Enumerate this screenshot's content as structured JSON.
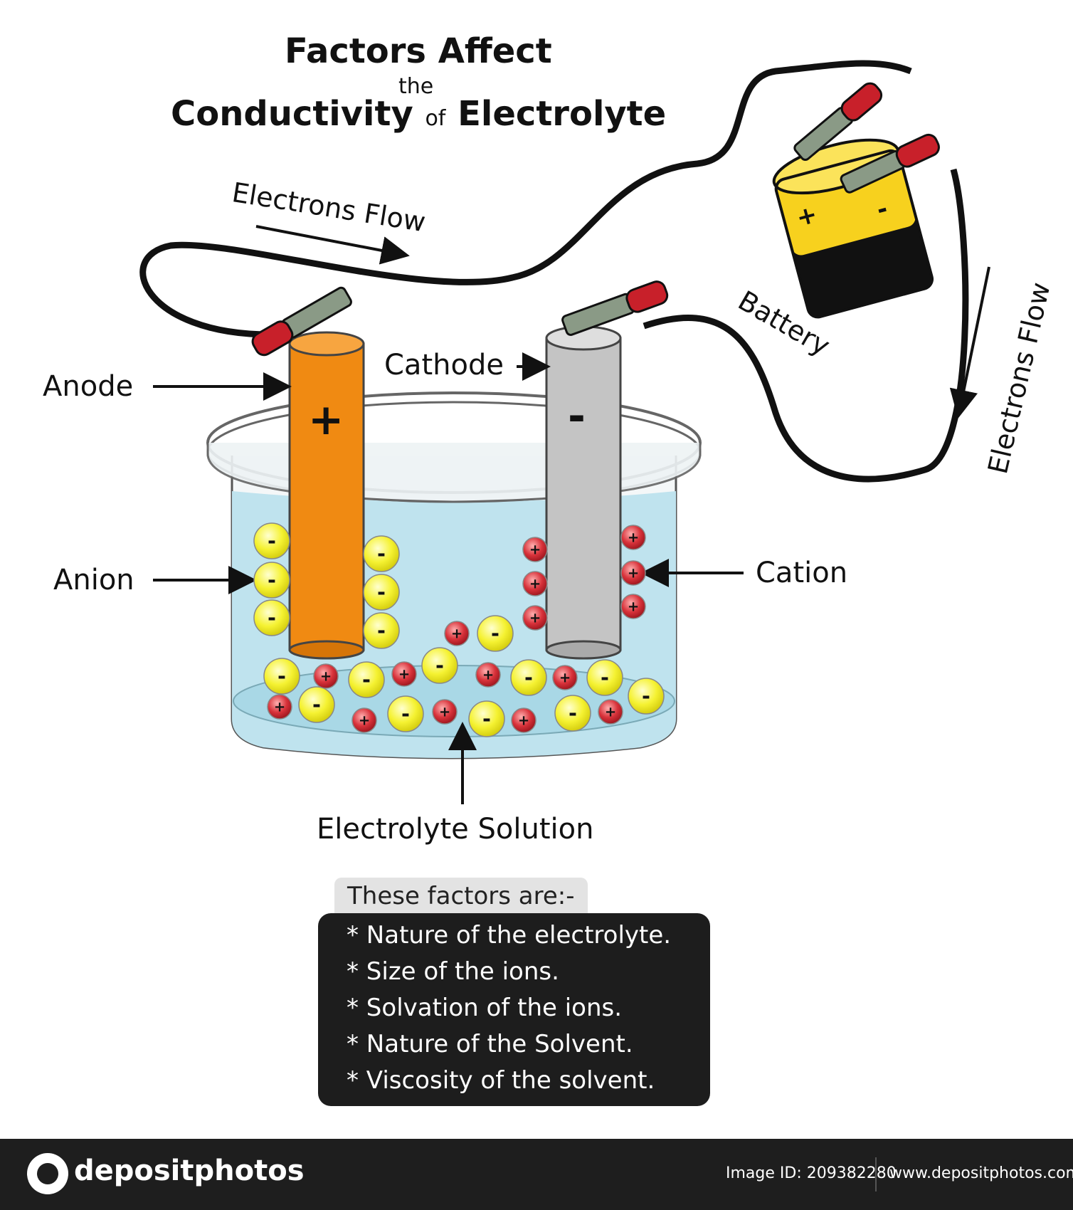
{
  "title": {
    "line1": "Factors Affect",
    "line2": "the",
    "line3a": "Conductivity",
    "line3b": "of",
    "line3c": "Electrolyte"
  },
  "labels": {
    "electrons_flow_top": "Electrons Flow",
    "electrons_flow_right": "Electrons Flow",
    "battery": "Battery",
    "anode": "Anode",
    "cathode": "Cathode",
    "anion": "Anion",
    "cation": "Cation",
    "electrolyte_solution": "Electrolyte Solution",
    "plus_sign": "+",
    "minus_sign": "-"
  },
  "factors": {
    "heading": "These factors are:-",
    "items": [
      "* Nature of the electrolyte.",
      "* Size of the ions.",
      "* Solvation of the ions.",
      "* Nature of the Solvent.",
      "* Viscosity of the solvent."
    ]
  },
  "footer": {
    "brand": "depositphotos",
    "image_id": "Image ID: 209382280",
    "website": "www.depositphotos.com"
  },
  "colors": {
    "anode": "#f08a12",
    "cathode": "#c4c4c4",
    "solution": "#bfe3ee",
    "anion": "#f5f232",
    "cation": "#d8323a",
    "battery_top": "#f7d11e",
    "clip_handle": "#c8202a",
    "panel": "#1d1d1d"
  }
}
